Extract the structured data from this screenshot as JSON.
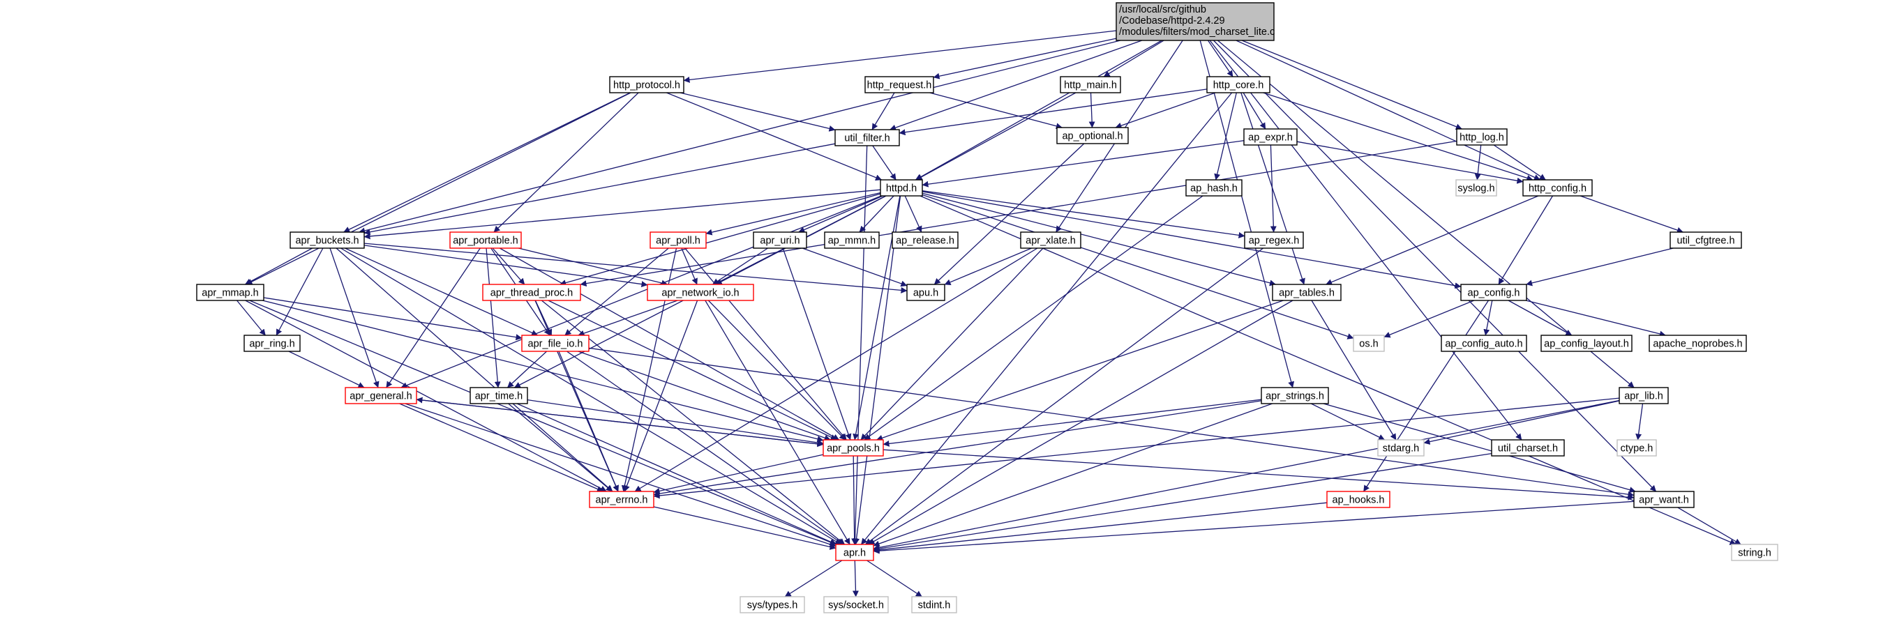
{
  "diagram": {
    "colors": {
      "edge": "#191970",
      "border_normal": "#000000",
      "border_truncated": "#ff0000",
      "border_missing": "#bfbfbf",
      "root_fill": "#bfbfbf",
      "text_normal": "#000000",
      "text_missing": "#000000"
    },
    "nodes": [
      {
        "id": "root",
        "lines": [
          "/usr/local/src/github",
          "/Codebase/httpd-2.4.29",
          "/modules/filters/mod_charset_lite.c"
        ],
        "style": "root"
      },
      {
        "id": "http_protocol",
        "lines": [
          "http_protocol.h"
        ],
        "style": "normal"
      },
      {
        "id": "http_request",
        "lines": [
          "http_request.h"
        ],
        "style": "normal"
      },
      {
        "id": "http_main",
        "lines": [
          "http_main.h"
        ],
        "style": "normal"
      },
      {
        "id": "http_core",
        "lines": [
          "http_core.h"
        ],
        "style": "normal"
      },
      {
        "id": "util_filter",
        "lines": [
          "util_filter.h"
        ],
        "style": "normal"
      },
      {
        "id": "ap_optional",
        "lines": [
          "ap_optional.h"
        ],
        "style": "normal"
      },
      {
        "id": "ap_expr",
        "lines": [
          "ap_expr.h"
        ],
        "style": "normal"
      },
      {
        "id": "http_log",
        "lines": [
          "http_log.h"
        ],
        "style": "normal"
      },
      {
        "id": "httpd",
        "lines": [
          "httpd.h"
        ],
        "style": "normal"
      },
      {
        "id": "ap_hash",
        "lines": [
          "ap_hash.h"
        ],
        "style": "normal"
      },
      {
        "id": "syslog",
        "lines": [
          "syslog.h"
        ],
        "style": "missing"
      },
      {
        "id": "http_config",
        "lines": [
          "http_config.h"
        ],
        "style": "normal"
      },
      {
        "id": "apr_buckets",
        "lines": [
          "apr_buckets.h"
        ],
        "style": "normal"
      },
      {
        "id": "apr_portable",
        "lines": [
          "apr_portable.h"
        ],
        "style": "truncated"
      },
      {
        "id": "apr_poll",
        "lines": [
          "apr_poll.h"
        ],
        "style": "truncated"
      },
      {
        "id": "apr_uri",
        "lines": [
          "apr_uri.h"
        ],
        "style": "normal"
      },
      {
        "id": "ap_mmn",
        "lines": [
          "ap_mmn.h"
        ],
        "style": "normal"
      },
      {
        "id": "ap_release",
        "lines": [
          "ap_release.h"
        ],
        "style": "normal"
      },
      {
        "id": "apr_xlate",
        "lines": [
          "apr_xlate.h"
        ],
        "style": "normal"
      },
      {
        "id": "ap_regex",
        "lines": [
          "ap_regex.h"
        ],
        "style": "normal"
      },
      {
        "id": "util_cfgtree",
        "lines": [
          "util_cfgtree.h"
        ],
        "style": "normal"
      },
      {
        "id": "apr_mmap",
        "lines": [
          "apr_mmap.h"
        ],
        "style": "normal"
      },
      {
        "id": "apr_thread_proc",
        "lines": [
          "apr_thread_proc.h"
        ],
        "style": "truncated"
      },
      {
        "id": "apr_network_io",
        "lines": [
          "apr_network_io.h"
        ],
        "style": "truncated"
      },
      {
        "id": "apu",
        "lines": [
          "apu.h"
        ],
        "style": "normal"
      },
      {
        "id": "apr_tables",
        "lines": [
          "apr_tables.h"
        ],
        "style": "normal"
      },
      {
        "id": "ap_config",
        "lines": [
          "ap_config.h"
        ],
        "style": "normal"
      },
      {
        "id": "apr_ring",
        "lines": [
          "apr_ring.h"
        ],
        "style": "normal"
      },
      {
        "id": "apr_file_io",
        "lines": [
          "apr_file_io.h"
        ],
        "style": "truncated"
      },
      {
        "id": "os",
        "lines": [
          "os.h"
        ],
        "style": "missing"
      },
      {
        "id": "ap_config_auto",
        "lines": [
          "ap_config_auto.h"
        ],
        "style": "normal"
      },
      {
        "id": "ap_config_layout",
        "lines": [
          "ap_config_layout.h"
        ],
        "style": "normal"
      },
      {
        "id": "apache_noprobes",
        "lines": [
          "apache_noprobes.h"
        ],
        "style": "normal"
      },
      {
        "id": "apr_general",
        "lines": [
          "apr_general.h"
        ],
        "style": "truncated"
      },
      {
        "id": "apr_time",
        "lines": [
          "apr_time.h"
        ],
        "style": "normal"
      },
      {
        "id": "apr_strings",
        "lines": [
          "apr_strings.h"
        ],
        "style": "normal"
      },
      {
        "id": "apr_lib",
        "lines": [
          "apr_lib.h"
        ],
        "style": "normal"
      },
      {
        "id": "apr_pools",
        "lines": [
          "apr_pools.h"
        ],
        "style": "truncated"
      },
      {
        "id": "stdarg",
        "lines": [
          "stdarg.h"
        ],
        "style": "missing"
      },
      {
        "id": "util_charset",
        "lines": [
          "util_charset.h"
        ],
        "style": "normal"
      },
      {
        "id": "ctype",
        "lines": [
          "ctype.h"
        ],
        "style": "missing"
      },
      {
        "id": "apr_errno",
        "lines": [
          "apr_errno.h"
        ],
        "style": "truncated"
      },
      {
        "id": "ap_hooks",
        "lines": [
          "ap_hooks.h"
        ],
        "style": "truncated"
      },
      {
        "id": "apr_want",
        "lines": [
          "apr_want.h"
        ],
        "style": "normal"
      },
      {
        "id": "apr",
        "lines": [
          "apr.h"
        ],
        "style": "truncated"
      },
      {
        "id": "string",
        "lines": [
          "string.h"
        ],
        "style": "missing"
      },
      {
        "id": "sys_types",
        "lines": [
          "sys/types.h"
        ],
        "style": "missing"
      },
      {
        "id": "sys_socket",
        "lines": [
          "sys/socket.h"
        ],
        "style": "missing"
      },
      {
        "id": "stdint",
        "lines": [
          "stdint.h"
        ],
        "style": "missing"
      }
    ],
    "edges": [
      [
        "root",
        "http_protocol"
      ],
      [
        "root",
        "http_request"
      ],
      [
        "root",
        "http_main"
      ],
      [
        "root",
        "http_core"
      ],
      [
        "root",
        "util_filter"
      ],
      [
        "root",
        "httpd"
      ],
      [
        "root",
        "apr_buckets"
      ],
      [
        "root",
        "http_log"
      ],
      [
        "root",
        "http_config"
      ],
      [
        "root",
        "apr_xlate"
      ],
      [
        "root",
        "apr_strings"
      ],
      [
        "root",
        "apr_lib"
      ],
      [
        "root",
        "util_charset"
      ],
      [
        "root",
        "apr_want"
      ],
      [
        "http_protocol",
        "util_filter"
      ],
      [
        "http_protocol",
        "httpd"
      ],
      [
        "http_protocol",
        "apr_buckets"
      ],
      [
        "http_protocol",
        "apr_portable"
      ],
      [
        "http_protocol",
        "apr_mmap"
      ],
      [
        "http_request",
        "util_filter"
      ],
      [
        "http_request",
        "ap_optional"
      ],
      [
        "http_main",
        "ap_optional"
      ],
      [
        "http_main",
        "httpd"
      ],
      [
        "http_core",
        "util_filter"
      ],
      [
        "http_core",
        "ap_optional"
      ],
      [
        "http_core",
        "ap_expr"
      ],
      [
        "http_core",
        "ap_hash"
      ],
      [
        "http_core",
        "http_config"
      ],
      [
        "http_core",
        "apr_tables"
      ],
      [
        "http_core",
        "apr"
      ],
      [
        "util_filter",
        "httpd"
      ],
      [
        "util_filter",
        "apr_buckets"
      ],
      [
        "util_filter",
        "apr"
      ],
      [
        "ap_optional",
        "apu"
      ],
      [
        "ap_expr",
        "httpd"
      ],
      [
        "ap_expr",
        "ap_regex"
      ],
      [
        "ap_expr",
        "http_config"
      ],
      [
        "http_log",
        "syslog"
      ],
      [
        "http_log",
        "http_config"
      ],
      [
        "http_log",
        "apr_thread_proc"
      ],
      [
        "http_config",
        "apr_tables"
      ],
      [
        "http_config",
        "ap_config"
      ],
      [
        "http_config",
        "util_cfgtree"
      ],
      [
        "util_cfgtree",
        "ap_config"
      ],
      [
        "ap_hash",
        "apr_pools"
      ],
      [
        "httpd",
        "apr_buckets"
      ],
      [
        "httpd",
        "apr_poll"
      ],
      [
        "httpd",
        "apr_uri"
      ],
      [
        "httpd",
        "ap_mmn"
      ],
      [
        "httpd",
        "ap_release"
      ],
      [
        "httpd",
        "ap_regex"
      ],
      [
        "httpd",
        "apr_tables"
      ],
      [
        "httpd",
        "ap_config"
      ],
      [
        "httpd",
        "os"
      ],
      [
        "httpd",
        "string"
      ],
      [
        "httpd",
        "apr_network_io"
      ],
      [
        "httpd",
        "apr_thread_proc"
      ],
      [
        "httpd",
        "apr_general"
      ],
      [
        "httpd",
        "apr_time"
      ],
      [
        "httpd",
        "apr_pools"
      ],
      [
        "httpd",
        "apr"
      ],
      [
        "apr_buckets",
        "apr_mmap"
      ],
      [
        "apr_buckets",
        "apr_ring"
      ],
      [
        "apr_buckets",
        "apr_general"
      ],
      [
        "apr_buckets",
        "apr_file_io"
      ],
      [
        "apr_buckets",
        "apr_network_io"
      ],
      [
        "apr_buckets",
        "apu"
      ],
      [
        "apr_buckets",
        "apr_errno"
      ],
      [
        "apr_buckets",
        "apr"
      ],
      [
        "apr_portable",
        "apr_thread_proc"
      ],
      [
        "apr_portable",
        "apr_network_io"
      ],
      [
        "apr_portable",
        "apr_file_io"
      ],
      [
        "apr_portable",
        "apr_time"
      ],
      [
        "apr_portable",
        "apr_pools"
      ],
      [
        "apr_portable",
        "apr_general"
      ],
      [
        "apr_poll",
        "apr_network_io"
      ],
      [
        "apr_poll",
        "apr_file_io"
      ],
      [
        "apr_poll",
        "apr_pools"
      ],
      [
        "apr_poll",
        "apr_errno"
      ],
      [
        "apr_uri",
        "apu"
      ],
      [
        "apr_uri",
        "apr_network_io"
      ],
      [
        "apr_uri",
        "apr_pools"
      ],
      [
        "apr_xlate",
        "apu"
      ],
      [
        "apr_xlate",
        "apr_pools"
      ],
      [
        "apr_xlate",
        "apr_errno"
      ],
      [
        "ap_regex",
        "apr"
      ],
      [
        "apr_mmap",
        "apr_ring"
      ],
      [
        "apr_mmap",
        "apr_file_io"
      ],
      [
        "apr_mmap",
        "apr_pools"
      ],
      [
        "apr_mmap",
        "apr_errno"
      ],
      [
        "apr_mmap",
        "apr"
      ],
      [
        "apr_thread_proc",
        "apr_file_io"
      ],
      [
        "apr_thread_proc",
        "apr_pools"
      ],
      [
        "apr_thread_proc",
        "apr_errno"
      ],
      [
        "apr_thread_proc",
        "apr"
      ],
      [
        "apr_network_io",
        "apr_file_io"
      ],
      [
        "apr_network_io",
        "apr_pools"
      ],
      [
        "apr_network_io",
        "apr_errno"
      ],
      [
        "apr_network_io",
        "apr"
      ],
      [
        "apr_tables",
        "apr_pools"
      ],
      [
        "apr_tables",
        "stdarg"
      ],
      [
        "apr_tables",
        "apr"
      ],
      [
        "ap_config",
        "os"
      ],
      [
        "ap_config",
        "ap_config_auto"
      ],
      [
        "ap_config",
        "ap_config_layout"
      ],
      [
        "ap_config",
        "apache_noprobes"
      ],
      [
        "ap_config",
        "ap_hooks"
      ],
      [
        "apr_ring",
        "apr_general"
      ],
      [
        "apr_file_io",
        "apr_time"
      ],
      [
        "apr_file_io",
        "apr_pools"
      ],
      [
        "apr_file_io",
        "apr_errno"
      ],
      [
        "apr_file_io",
        "apr"
      ],
      [
        "apr_file_io",
        "apr_want"
      ],
      [
        "apr_general",
        "apr_pools"
      ],
      [
        "apr_general",
        "apr_errno"
      ],
      [
        "apr_general",
        "apr"
      ],
      [
        "apr_time",
        "apr_pools"
      ],
      [
        "apr_time",
        "apr_errno"
      ],
      [
        "apr_time",
        "apr"
      ],
      [
        "apr_strings",
        "apr_pools"
      ],
      [
        "apr_strings",
        "stdarg"
      ],
      [
        "apr_strings",
        "apr_errno"
      ],
      [
        "apr_strings",
        "apr"
      ],
      [
        "apr_strings",
        "apr_want"
      ],
      [
        "apr_lib",
        "stdarg"
      ],
      [
        "apr_lib",
        "ctype"
      ],
      [
        "apr_lib",
        "apr_errno"
      ],
      [
        "apr_lib",
        "apr"
      ],
      [
        "apr_pools",
        "apr_general"
      ],
      [
        "apr_pools",
        "apr_errno"
      ],
      [
        "apr_pools",
        "apr"
      ],
      [
        "apr_pools",
        "apr_want"
      ],
      [
        "util_charset",
        "apr"
      ],
      [
        "apr_errno",
        "apr"
      ],
      [
        "ap_hooks",
        "apr"
      ],
      [
        "apr_want",
        "apr"
      ],
      [
        "apr_want",
        "string"
      ],
      [
        "apr",
        "sys_types"
      ],
      [
        "apr",
        "sys_socket"
      ],
      [
        "apr",
        "stdint"
      ]
    ]
  }
}
